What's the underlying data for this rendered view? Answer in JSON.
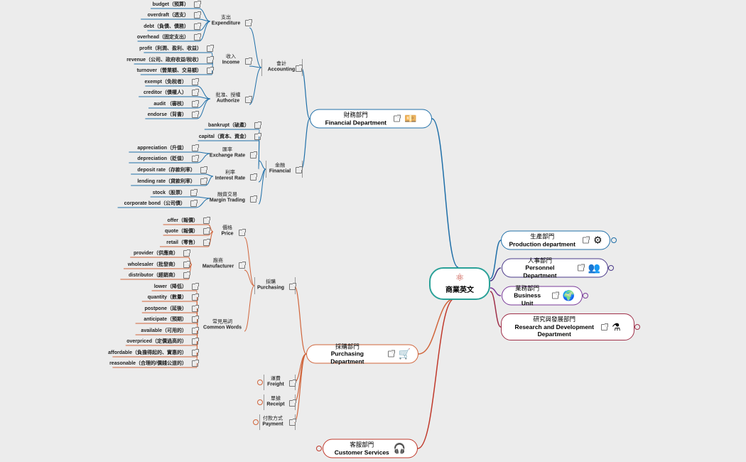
{
  "center": {
    "label": "商業英文"
  },
  "finance": {
    "label_zh": "財務部門",
    "label_en": "Financial Department",
    "accounting": {
      "label_zh": "會計",
      "label_en": "Accounting",
      "expenditure": {
        "label_zh": "支出",
        "label_en": "Expenditure",
        "leaves": [
          "budget（預算）",
          "overdraft（透支）",
          "debt（負債、債務）",
          "overhead（固定支出）"
        ]
      },
      "income": {
        "label_zh": "收入",
        "label_en": "Income",
        "leaves": [
          "profit（利潤、盈利、收益）",
          "revenue（公司、政府收益/稅收）",
          "turnover（營業額、交易額）"
        ]
      },
      "authorize": {
        "label_zh": "批准、授權",
        "label_en": "Authorize",
        "leaves": [
          "exempt（免稅者）",
          "creditor（債權人）",
          "audit （審核）",
          "endorse（背書）"
        ]
      }
    },
    "financial": {
      "label_zh": "金融",
      "label_en": "Financial",
      "direct": [
        "bankrupt（破產）",
        "capital（資本、資金）"
      ],
      "exchange": {
        "label_zh": "匯率",
        "label_en": "Exchange Rate",
        "leaves": [
          "appreciation（升值）",
          "depreciation（貶值）"
        ]
      },
      "interest": {
        "label_zh": "利率",
        "label_en": "Interest Rate",
        "leaves": [
          "deposit rate（存款利率）",
          "lending rate（貸款利率）"
        ]
      },
      "margin": {
        "label_zh": "融資交易",
        "label_en": "Margin Trading",
        "leaves": [
          "stock（股票）",
          "corporate bond（公司債）"
        ]
      }
    }
  },
  "purchasing": {
    "label_zh": "採購部門",
    "label_en": "Purchasing Department",
    "purchase": {
      "label_zh": "採購",
      "label_en": "Purchasing",
      "price": {
        "label_zh": "價格",
        "label_en": "Price",
        "leaves": [
          "offer（報價）",
          "quote（報價）",
          "retail（零售）"
        ]
      },
      "manufacturer": {
        "label_zh": "廠商",
        "label_en": "Manufacturer",
        "leaves": [
          "provider（供應商）",
          "wholesaler（批發商）",
          "distributor（經銷商）"
        ]
      },
      "common": {
        "label_zh": "常見用詞",
        "label_en": "Common Words",
        "leaves": [
          "lower（降低）",
          "quantity（數量）",
          "postpone（延後）",
          "anticipate（預期）",
          "available（可用的）",
          "overpriced（定價過高的）",
          "affordable（負擔得起的、實惠的）",
          "reasonable（合理的/價錢公道的）"
        ]
      }
    },
    "freight": {
      "label_zh": "運費",
      "label_en": "Freight"
    },
    "receipt": {
      "label_zh": "單據",
      "label_en": "Receipt"
    },
    "payment": {
      "label_zh": "付款方式",
      "label_en": "Payment"
    }
  },
  "customer": {
    "label_zh": "客服部門",
    "label_en": "Customer Services"
  },
  "production": {
    "label_zh": "生產部門",
    "label_en": "Production department"
  },
  "personnel": {
    "label_zh": "人事部門",
    "label_en": "Personnel Department"
  },
  "business": {
    "label_zh": "業務部門",
    "label_en": "Business Unit"
  },
  "rnd": {
    "label_zh": "研究與發展部門",
    "label_en_1": "Research and Development",
    "label_en_2": "Department"
  },
  "colors": {
    "finance": "#1f6fa8",
    "purchasing": "#d0643a",
    "customer": "#c0392b",
    "production": "#1f6fa8",
    "personnel": "#4a3a8a",
    "business": "#7a3a9a",
    "rnd": "#a0304a",
    "center": "#2aa198"
  },
  "icons": {
    "center": "atom-icon",
    "finance": "money-icon",
    "purchasing": "cart-icon",
    "customer": "support-agent-icon",
    "production": "gears-icon",
    "personnel": "people-icon",
    "business": "globe-icon",
    "rnd": "flask-icon",
    "link": "external-link-icon"
  }
}
